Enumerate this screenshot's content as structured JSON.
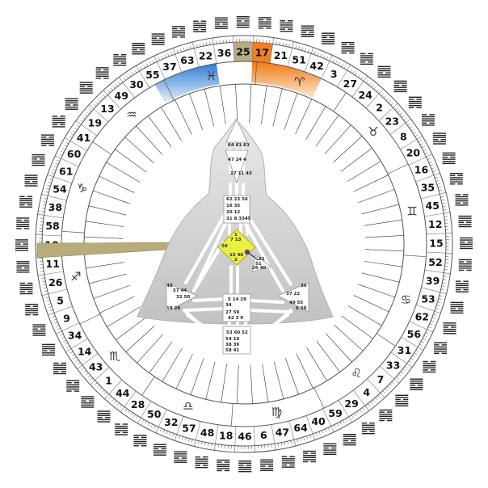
{
  "wheel": {
    "gates": [
      "41",
      "19",
      "13",
      "49",
      "30",
      "55",
      "37",
      "63",
      "22",
      "36",
      "25",
      "17",
      "21",
      "51",
      "42",
      "3",
      "27",
      "24",
      "2",
      "23",
      "8",
      "20",
      "16",
      "35",
      "45",
      "12",
      "15",
      "52",
      "39",
      "53",
      "62",
      "56",
      "31",
      "33",
      "7",
      "4",
      "29",
      "59",
      "40",
      "64",
      "47",
      "6",
      "46",
      "18",
      "48",
      "57",
      "32",
      "50",
      "28",
      "44",
      "1",
      "43",
      "14",
      "34",
      "9",
      "5",
      "26",
      "11",
      "10",
      "58",
      "38",
      "54",
      "61",
      "60"
    ],
    "zodiac_signs": [
      {
        "glyph": "♒",
        "name": "aquarius-icon"
      },
      {
        "glyph": "♓",
        "name": "pisces-icon"
      },
      {
        "glyph": "♈",
        "name": "aries-icon"
      },
      {
        "glyph": "♉",
        "name": "taurus-icon"
      },
      {
        "glyph": "♊",
        "name": "gemini-icon"
      },
      {
        "glyph": "♋",
        "name": "cancer-icon"
      },
      {
        "glyph": "♌",
        "name": "leo-icon"
      },
      {
        "glyph": "♍",
        "name": "virgo-icon"
      },
      {
        "glyph": "♎",
        "name": "libra-icon"
      },
      {
        "glyph": "♏",
        "name": "scorpio-icon"
      },
      {
        "glyph": "♐",
        "name": "sagittarius-icon"
      },
      {
        "glyph": "♑",
        "name": "capricorn-icon"
      }
    ],
    "colors": {
      "blue_highlight": "#3a86d8",
      "orange_highlight": "#f08020",
      "tan_highlight": "#a8a070",
      "body_graph": "#c8c8c8",
      "g_center": "#e8f040"
    }
  },
  "bodygraph": {
    "head": "64 61 63",
    "ajna": "47 24 4",
    "ajna_low": "17 11 43",
    "throat_top": "62 23 56",
    "throat_row2": "16 35",
    "throat_row3": "20 12",
    "throat_row4": "31 8 3345",
    "g_top": "1",
    "g_row2": "7 13",
    "g_left": "10",
    "g_bottom": "15 46",
    "g_low": "2",
    "heart_a": "21",
    "heart_b": "51",
    "heart_c": "26 40",
    "spleen_a": "48",
    "spleen_b": "57 44",
    "spleen_c": "32 50",
    "spleen_d": "18 28",
    "sacral_top": "5 14 29",
    "sacral_mid_l": "34",
    "sacral_mid_r": "",
    "sacral_row3": "27 59",
    "sacral_bottom": "42 3 9",
    "solar_a": "36",
    "solar_b": "37 22",
    "solar_c": "49 55",
    "solar_d": "6 30",
    "root_top": "53 60 52",
    "root_r2": "54 19",
    "root_r3": "38 39",
    "root_r4": "58 41"
  }
}
